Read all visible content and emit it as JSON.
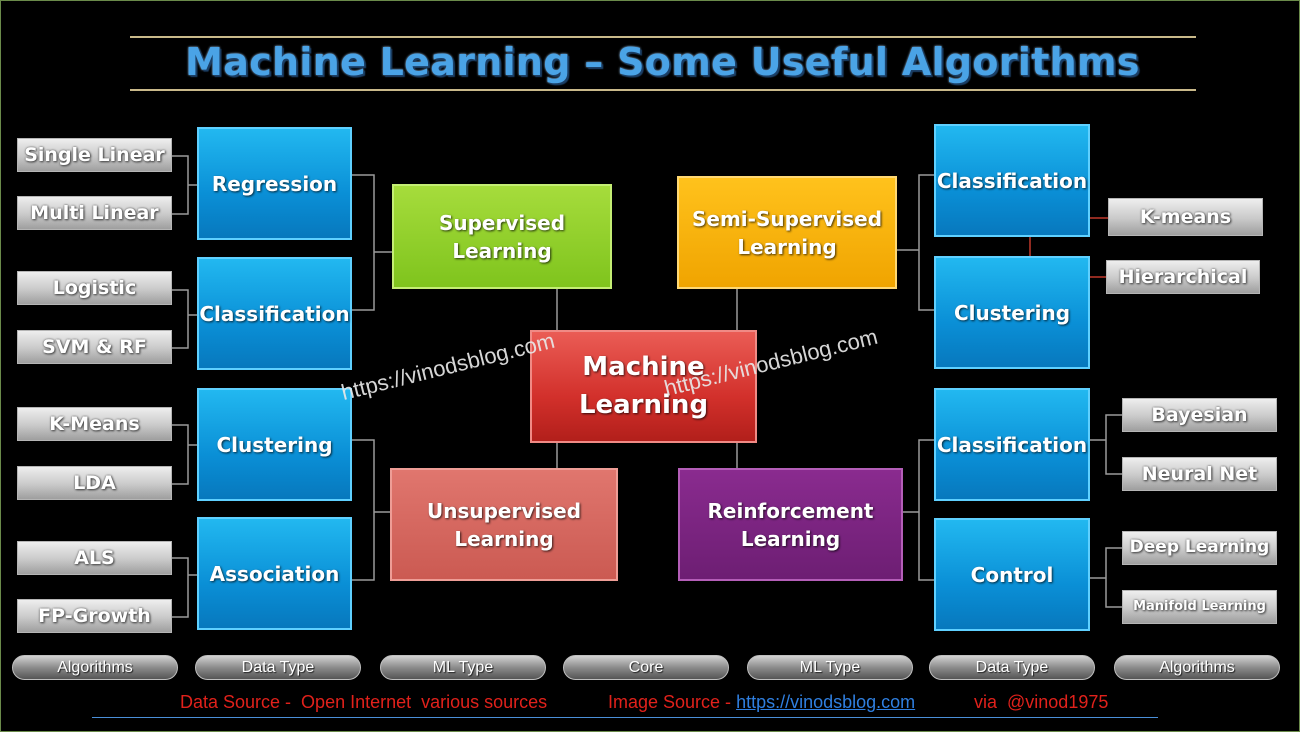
{
  "title": "Machine Learning – Some Useful Algorithms",
  "core": {
    "line1": "Machine",
    "line2": "Learning"
  },
  "ml_types": {
    "supervised": {
      "line1": "Supervised",
      "line2": "Learning"
    },
    "unsupervised": {
      "line1": "Unsupervised",
      "line2": "Learning"
    },
    "semi_supervised": {
      "line1": "Semi-Supervised",
      "line2": "Learning"
    },
    "reinforcement": {
      "line1": "Reinforcement",
      "line2": "Learning"
    }
  },
  "left_data_types": [
    "Regression",
    "Classification",
    "Clustering",
    "Association"
  ],
  "right_data_types": [
    "Classification",
    "Clustering",
    "Classification",
    "Control"
  ],
  "left_algorithms": [
    "Single Linear",
    "Multi Linear",
    "Logistic",
    "SVM & RF",
    "K-Means",
    "LDA",
    "ALS",
    "FP-Growth"
  ],
  "right_algorithms": [
    "K-means",
    "Hierarchical",
    "Bayesian",
    "Neural Net",
    "Deep Learning",
    "Manifold Learning"
  ],
  "legend": [
    "Algorithms",
    "Data Type",
    "ML Type",
    "Core",
    "ML Type",
    "Data Type",
    "Algorithms"
  ],
  "watermark": "https://vinodsblog.com",
  "footer": {
    "data_source": "Data Source -  Open Internet  various sources",
    "image_source": "Image Source - ",
    "link": "https://vinodsblog.com",
    "via": "via  @vinod1975"
  },
  "colors": {
    "background": "#000000",
    "title": "#4aa3e6",
    "algorithm_box": "#c9c9c9",
    "data_type_box": "#0a8fd6",
    "core": "#d2302b",
    "supervised": "#7fc41d",
    "semi_supervised": "#f0a400",
    "unsupervised": "#cb5a52",
    "reinforcement": "#6d1e73",
    "footer_text": "#e0211b",
    "link": "#2f7fe0"
  }
}
